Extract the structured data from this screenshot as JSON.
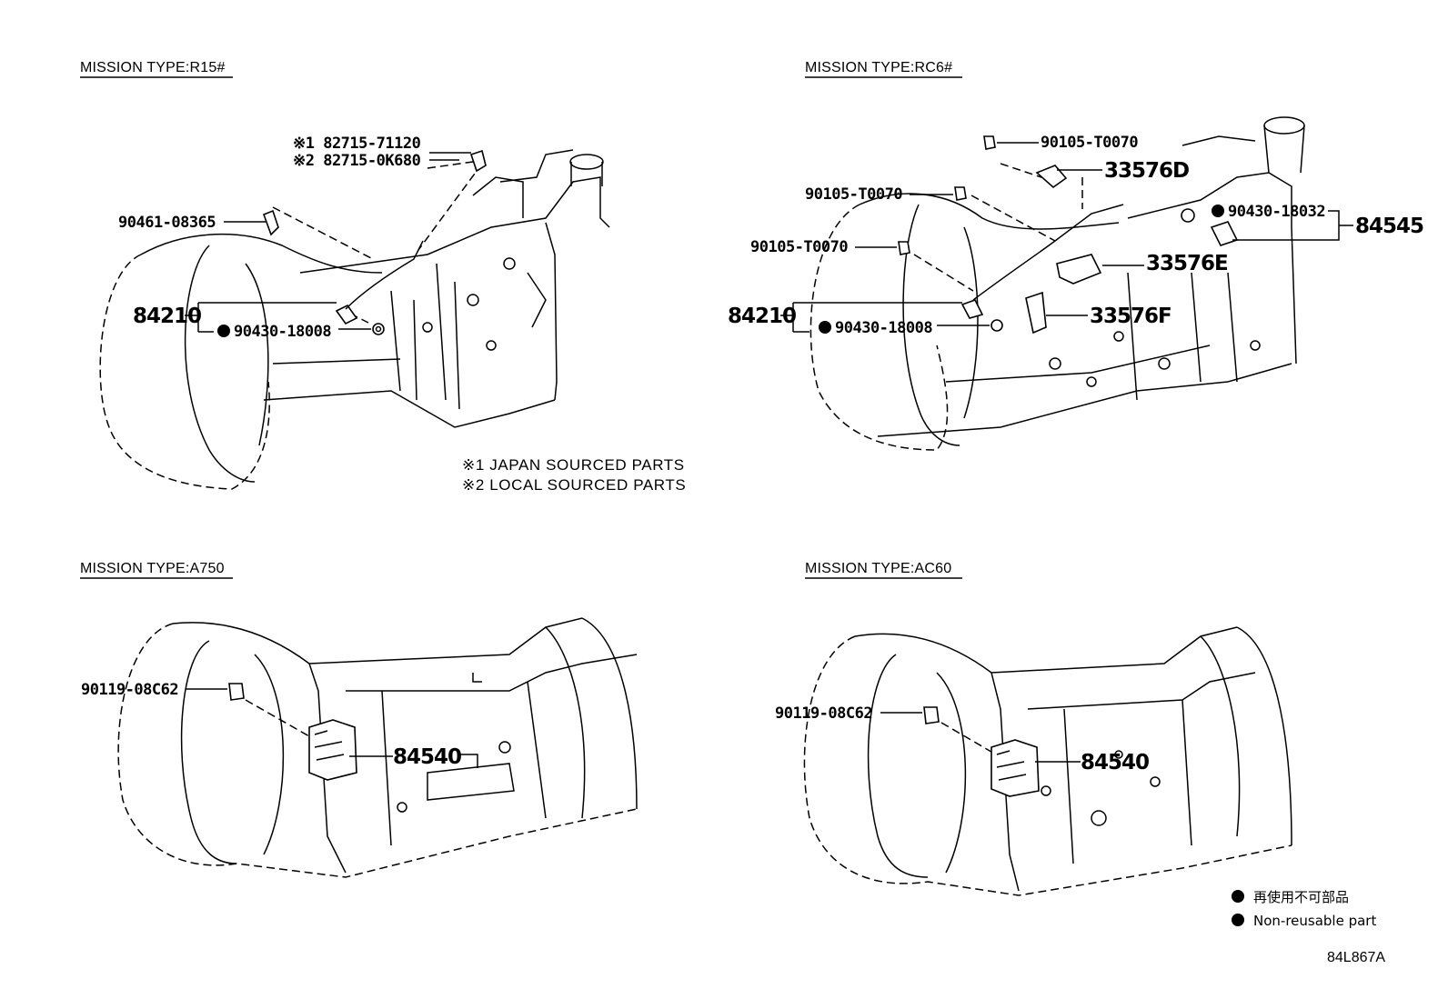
{
  "sections": [
    {
      "title": "MISSION TYPE:R15#",
      "labels": {
        "p90461": "90461-08365",
        "p82715a": "※1 82715-71120",
        "p82715b": "※2 82715-0K680",
        "p84210": "84210",
        "p90430": "90430-18008"
      },
      "notes": [
        "※1 JAPAN SOURCED PARTS",
        "※2 LOCAL SOURCED PARTS"
      ]
    },
    {
      "title": "MISSION TYPE:RC6#",
      "labels": {
        "p90105a": "90105-T0070",
        "p33576d": "33576D",
        "p90105b": "90105-T0070",
        "p90105c": "90105-T0070",
        "p90430b": "90430-18032",
        "p84545": "84545",
        "p33576e": "33576E",
        "p84210": "84210",
        "p90430": "90430-18008",
        "p33576f": "33576F"
      }
    },
    {
      "title": "MISSION TYPE:A750",
      "labels": {
        "p90119": "90119-08C62",
        "p84540": "84540"
      }
    },
    {
      "title": "MISSION TYPE:AC60",
      "labels": {
        "p90119": "90119-08C62",
        "p84540": "84540"
      }
    }
  ],
  "legend": {
    "jp": "再使用不可部品",
    "en": "Non-reusable part"
  },
  "figure_code": "84L867A"
}
